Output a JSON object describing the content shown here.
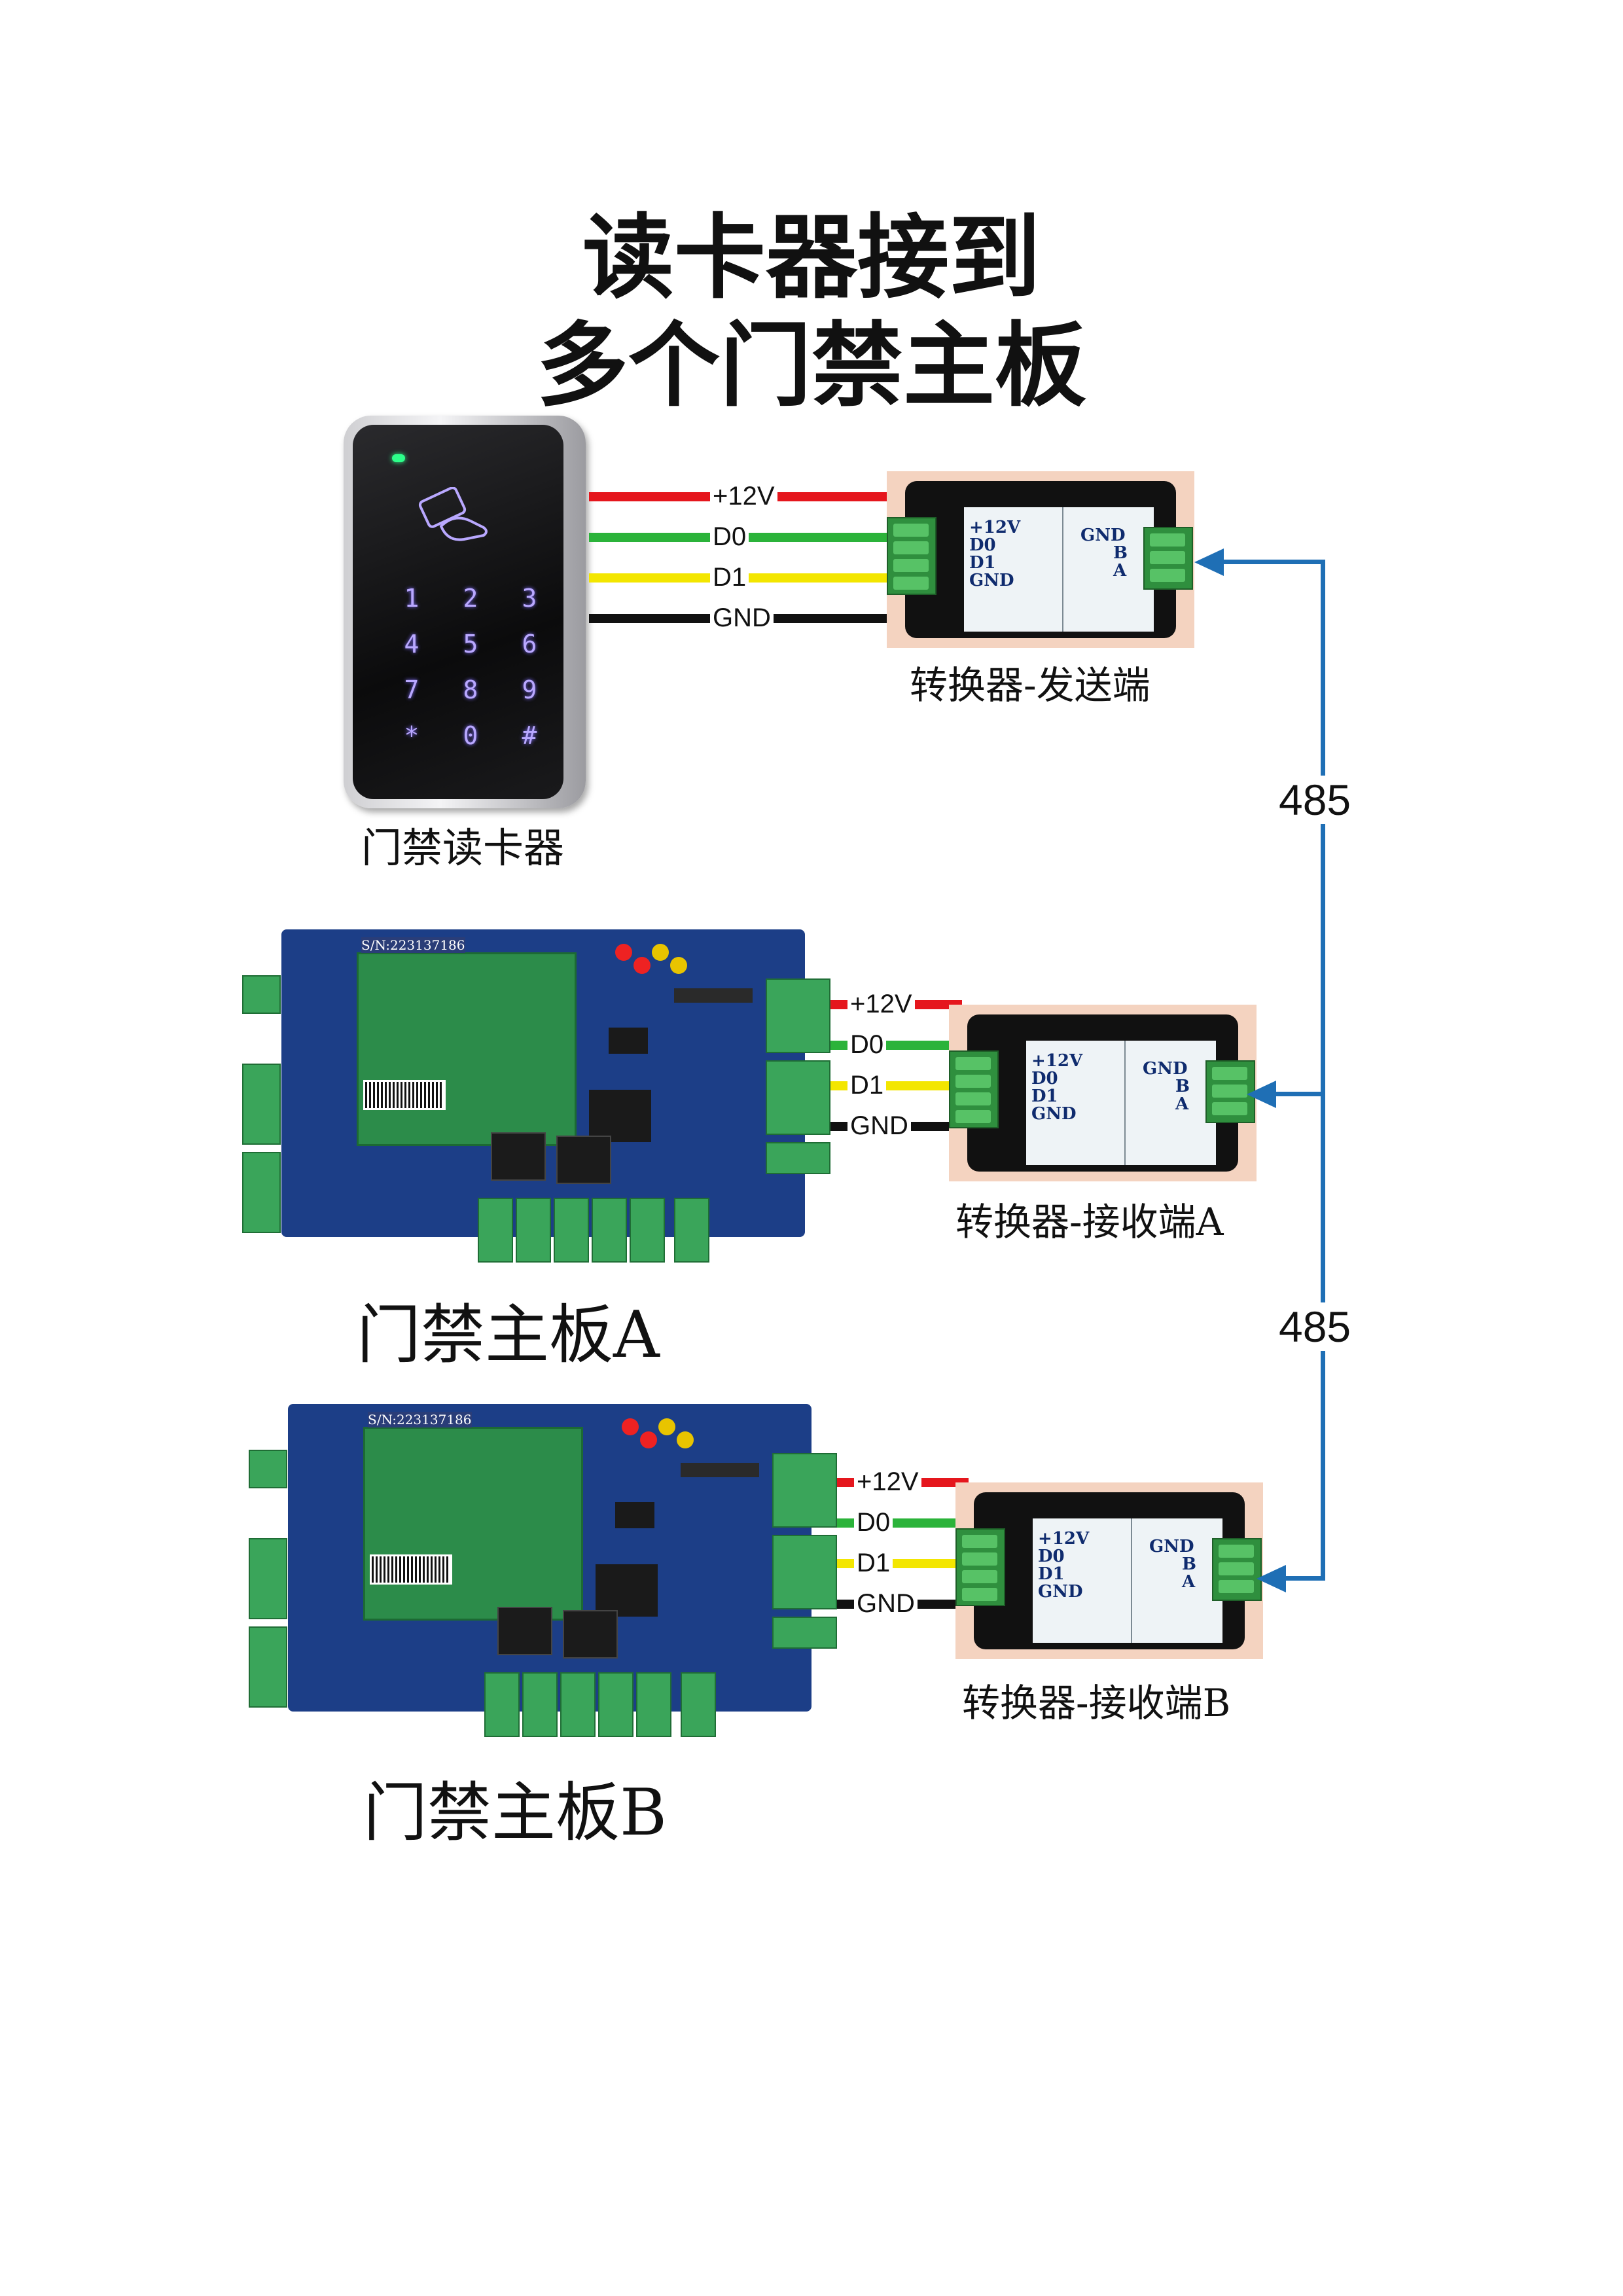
{
  "title": {
    "line1": "读卡器接到",
    "line2": "多个门禁主板"
  },
  "reader": {
    "caption": "门禁读卡器",
    "keys": [
      "1",
      "2",
      "3",
      "4",
      "5",
      "6",
      "7",
      "8",
      "9",
      "*",
      "0",
      "#"
    ]
  },
  "wires": [
    {
      "label": "+12V",
      "color": "#e5161d"
    },
    {
      "label": "D0",
      "color": "#2bb33a"
    },
    {
      "label": "D1",
      "color": "#f3e600"
    },
    {
      "label": "GND",
      "color": "#111111"
    }
  ],
  "converters": [
    {
      "caption": "转换器-发送端"
    },
    {
      "caption": "转换器-接收端A"
    },
    {
      "caption": "转换器-接收端B"
    }
  ],
  "converter_label": {
    "left": [
      "+12V",
      "D0",
      "D1",
      "GND"
    ],
    "right": [
      "GND",
      "B",
      "A"
    ]
  },
  "bus": {
    "segment_labels": [
      "485",
      "485"
    ],
    "color": "#1f6fb5"
  },
  "boards": [
    {
      "caption": "门禁主板A",
      "serial": "S/N:223137186"
    },
    {
      "caption": "门禁主板B",
      "serial": "S/N:223137186"
    }
  ]
}
